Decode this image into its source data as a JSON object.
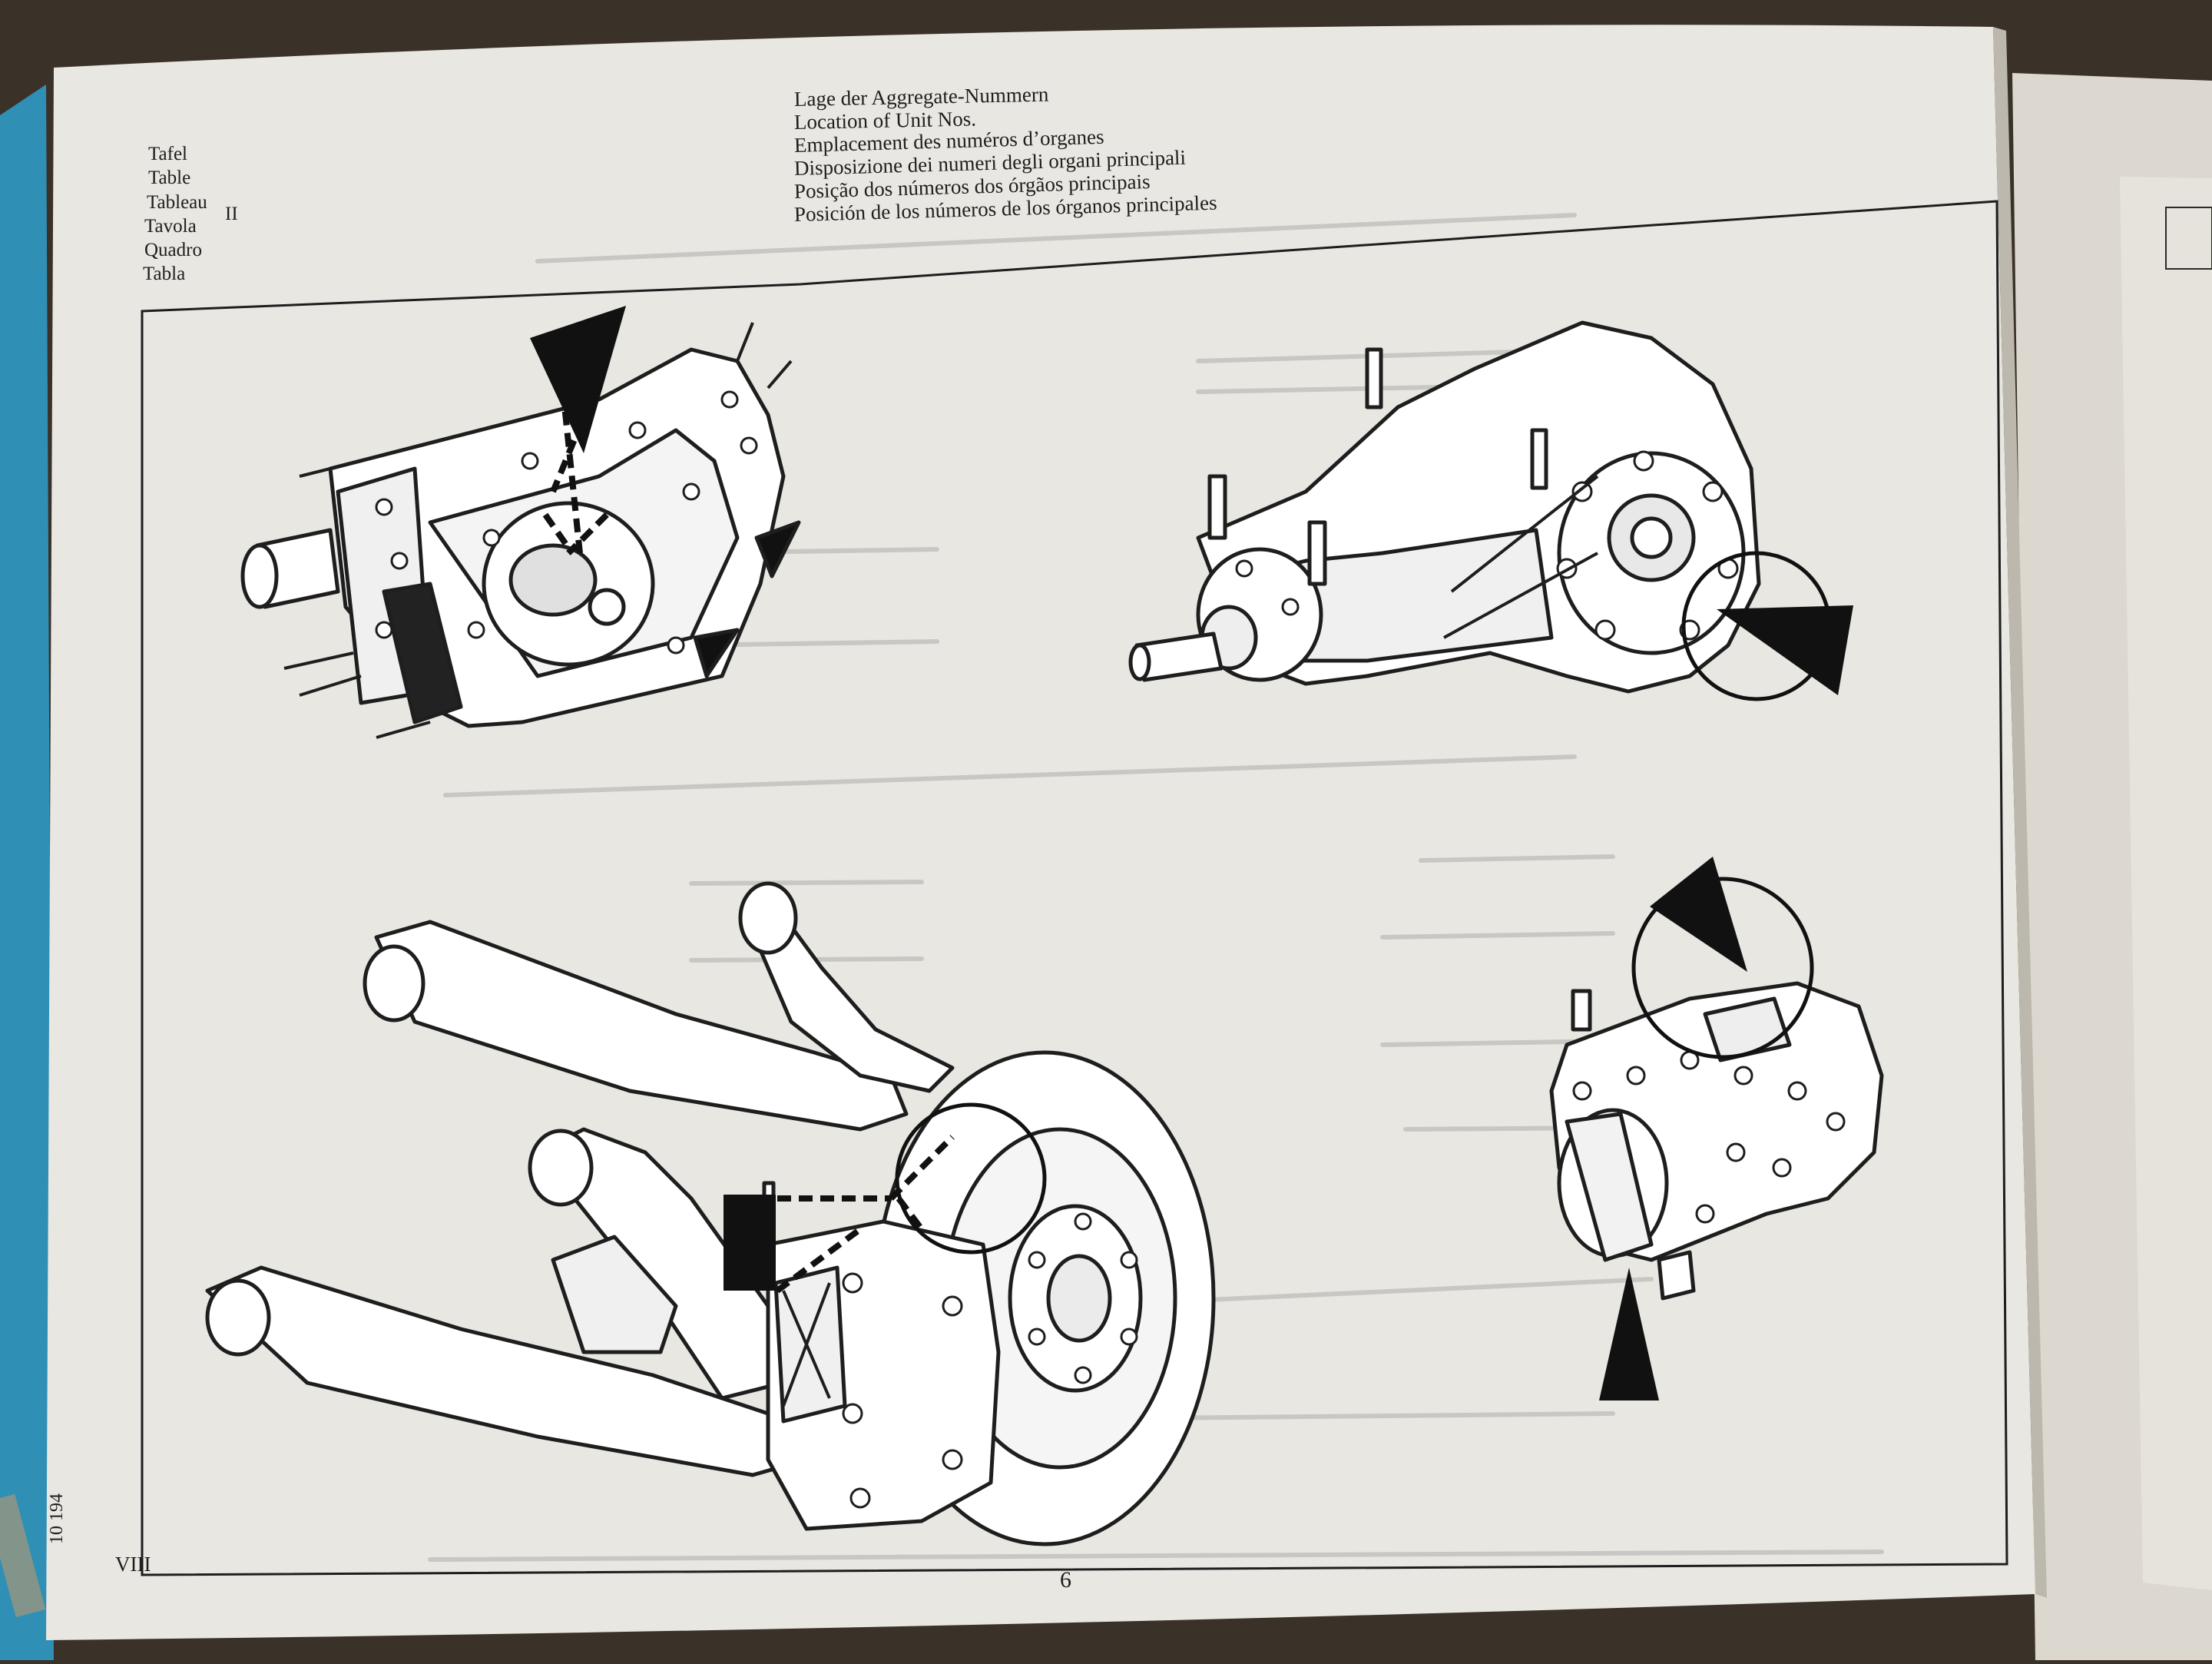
{
  "header": {
    "labels": [
      "Tafel",
      "Table",
      "Tableau",
      "Tavola",
      "Quadro",
      "Tabla"
    ],
    "roman": "II",
    "titles": [
      "Lage der Aggregate-Nummern",
      "Location of Unit Nos.",
      "Emplacement des numéros d’organes",
      "Disposizione dei numeri degli organi principali",
      "Posição dos números dos órgãos principais",
      "Posición de los números de los órganos principales"
    ]
  },
  "footer": {
    "left_code": "VIII",
    "doc_number": "10 194",
    "page_number": "6"
  },
  "figures": [
    {
      "name": "transmission",
      "icon": "gearbox-icon"
    },
    {
      "name": "rear-axle-differential",
      "icon": "differential-icon"
    },
    {
      "name": "front-axle-brake",
      "icon": "brake-disc-icon"
    },
    {
      "name": "steering-gear",
      "icon": "steering-box-icon"
    }
  ],
  "colors": {
    "paper": "#e9e7e2",
    "ink": "#1e1e1e",
    "table": "#3a3128",
    "cover": "#2f8fb5"
  }
}
